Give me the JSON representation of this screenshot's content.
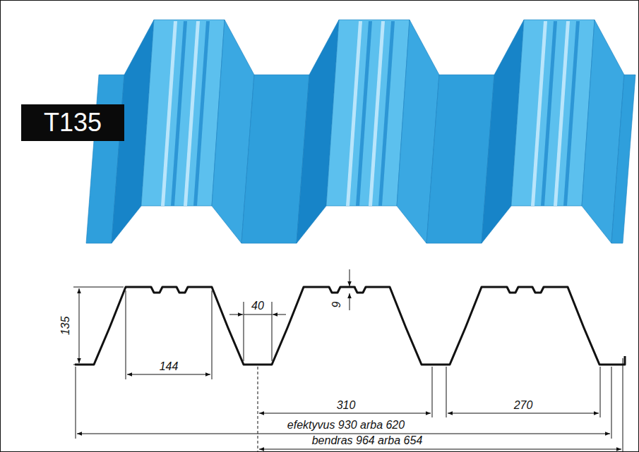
{
  "diagram": {
    "nodes": [
      {
        "text": [
          "T135"
        ]
      }
    ],
    "labels": [
      "135",
      "144",
      "40",
      "9",
      "310",
      "270",
      "efektyvus 930 arba 620",
      "bendras 964 arba 654"
    ]
  }
}
